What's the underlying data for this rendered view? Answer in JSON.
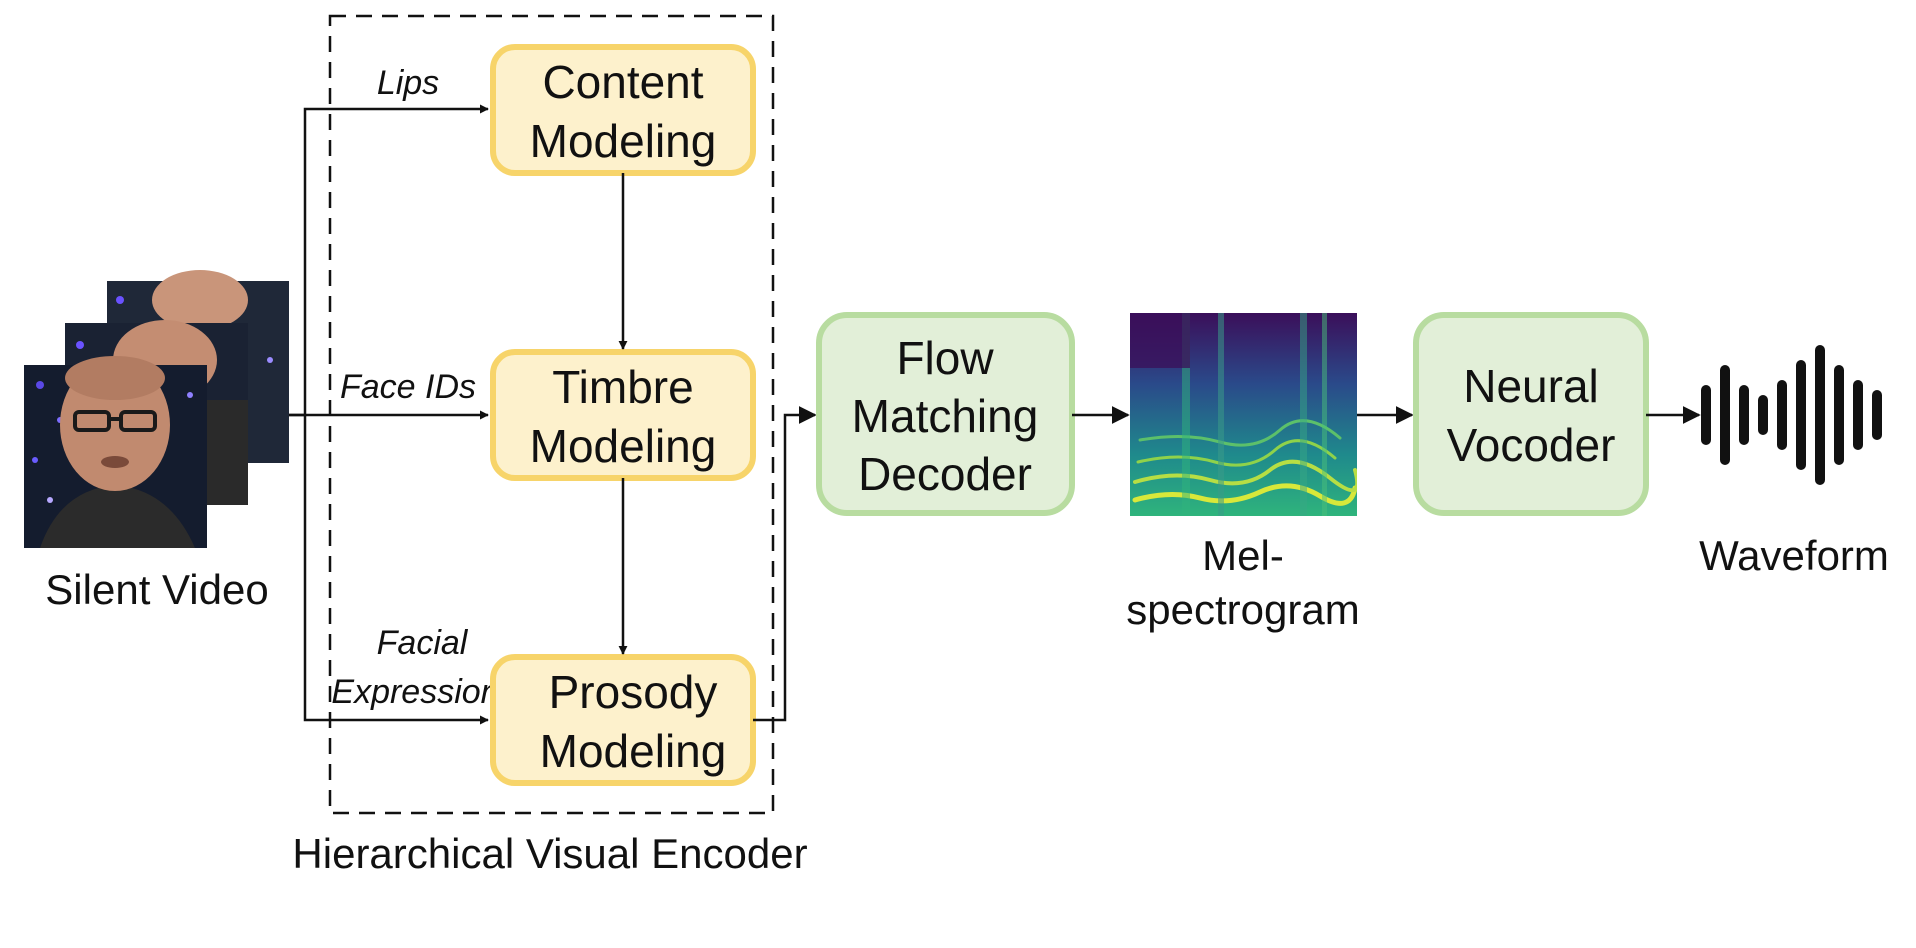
{
  "colors": {
    "yellow_fill": "#fdf1cc",
    "yellow_stroke": "#f7d46a",
    "green_fill": "#e2efd8",
    "green_stroke": "#b8dca0",
    "line": "#111111"
  },
  "video": {
    "caption": "Silent Video"
  },
  "encoder": {
    "caption": "Hierarchical Visual Encoder",
    "content": {
      "line1": "Content",
      "line2": "Modeling"
    },
    "timbre": {
      "line1": "Timbre",
      "line2": "Modeling"
    },
    "prosody": {
      "line1": "Prosody",
      "line2": "Modeling"
    }
  },
  "edges": {
    "lips": "Lips",
    "face_ids": "Face IDs",
    "facial_1": "Facial",
    "facial_2": "Expressions"
  },
  "decoder": {
    "line1": "Flow",
    "line2": "Matching",
    "line3": "Decoder"
  },
  "mel": {
    "line1": "Mel-",
    "line2": "spectrogram"
  },
  "vocoder": {
    "line1": "Neural",
    "line2": "Vocoder"
  },
  "waveform": {
    "caption": "Waveform"
  }
}
